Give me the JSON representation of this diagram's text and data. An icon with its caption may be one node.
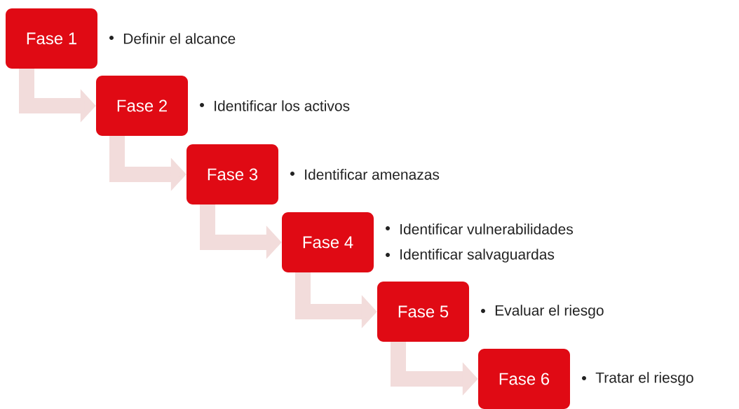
{
  "diagram": {
    "nodes": [
      {
        "text": [
          "Fase 1"
        ],
        "beside": [
          "Definir el alcance"
        ]
      },
      {
        "text": [
          "Fase 2"
        ],
        "beside": [
          "Identificar los activos"
        ]
      },
      {
        "text": [
          "Fase 3"
        ],
        "beside": [
          "Identificar amenazas"
        ]
      },
      {
        "text": [
          "Fase 4"
        ],
        "beside": [
          "Identificar vulnerabilidades",
          "Identificar salvaguardas"
        ]
      },
      {
        "text": [
          "Fase 5"
        ],
        "beside": [
          "Evaluar el riesgo"
        ]
      },
      {
        "text": [
          "Fase 6"
        ],
        "beside": [
          "Tratar el riesgo"
        ]
      }
    ],
    "edges": [
      {
        "from": 0,
        "to": 1,
        "arrow": "to"
      },
      {
        "from": 1,
        "to": 2,
        "arrow": "to"
      },
      {
        "from": 2,
        "to": 3,
        "arrow": "to"
      },
      {
        "from": 3,
        "to": 4,
        "arrow": "to"
      },
      {
        "from": 4,
        "to": 5,
        "arrow": "to"
      }
    ]
  }
}
